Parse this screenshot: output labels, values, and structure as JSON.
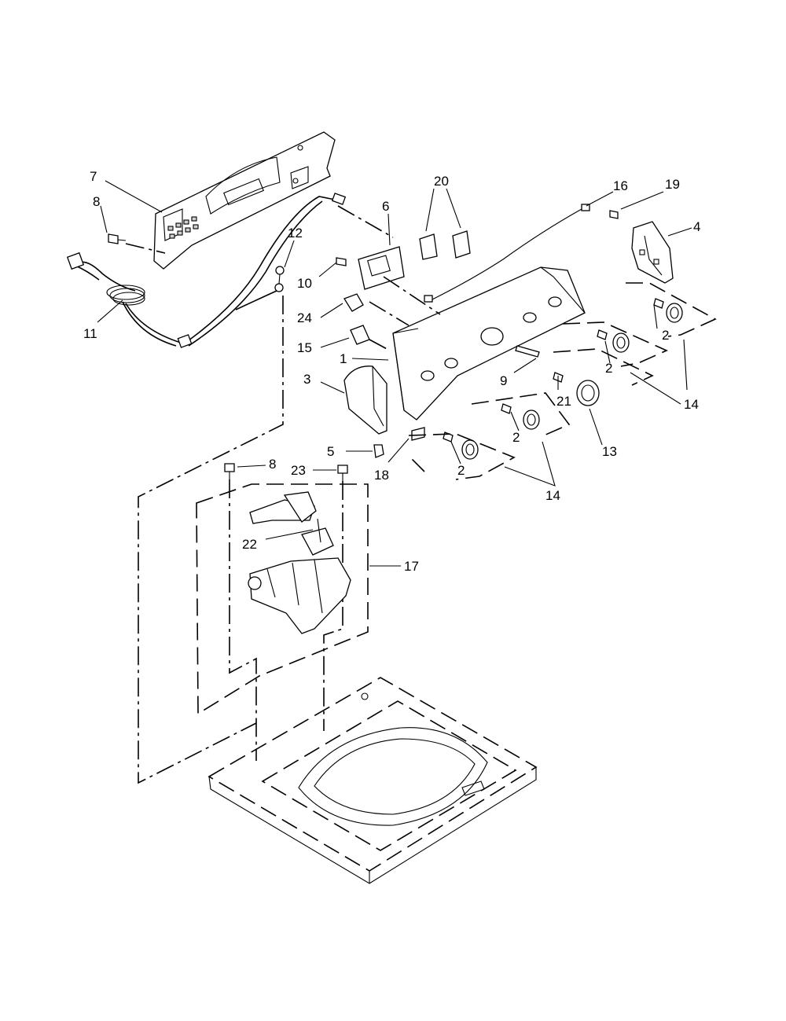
{
  "labels": {
    "l1": "1",
    "l2a": "2",
    "l2b": "2",
    "l2c": "2",
    "l2d": "2",
    "l3": "3",
    "l4": "4",
    "l5": "5",
    "l6": "6",
    "l7": "7",
    "l8a": "8",
    "l8b": "8",
    "l9": "9",
    "l10": "10",
    "l11": "11",
    "l12": "12",
    "l13": "13",
    "l14a": "14",
    "l14b": "14",
    "l15": "15",
    "l16": "16",
    "l17": "17",
    "l18": "18",
    "l19": "19",
    "l20": "20",
    "l21": "21",
    "l22": "22",
    "l23": "23",
    "l24": "24"
  }
}
